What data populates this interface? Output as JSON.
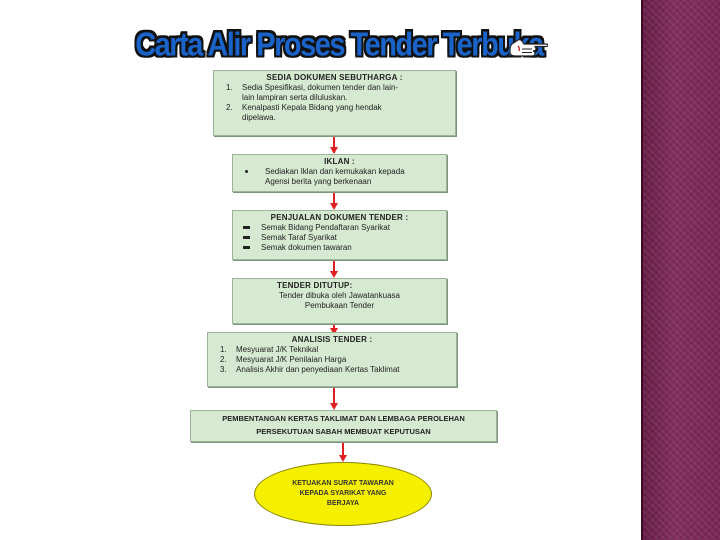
{
  "title": "Carta Alir Proses Tender Terbuka",
  "icons": {
    "pointer": "pointing-hand-icon"
  },
  "colors": {
    "box_fill": "#d6ead2",
    "arrow": "#e02020",
    "ellipse_fill": "#f5f000",
    "title_fill": "#1a63c9",
    "side_bar": "#7a2756"
  },
  "steps": [
    {
      "heading": "SEDIA DOKUMEN SEBUTHARGA :",
      "items": [
        {
          "num": "1.",
          "lines": [
            "Sedia Spesifikasi, dokumen tender dan lain-",
            "lain lampiran serta diluluskan."
          ]
        },
        {
          "num": "2.",
          "lines": [
            "Kenalpasti Kepala Bidang yang hendak",
            "dipelawa."
          ]
        }
      ]
    },
    {
      "heading": "IKLAN :",
      "items": [
        {
          "lines": [
            "Sediakan Iklan dan kemukakan kepada",
            "Agensi berita yang berkenaan"
          ]
        }
      ]
    },
    {
      "heading": "PENJUALAN DOKUMEN TENDER :",
      "items": [
        {
          "lines": [
            "Semak Bidang Pendaftaran Syarikat"
          ]
        },
        {
          "lines": [
            "Semak Taraf Syarikat"
          ]
        },
        {
          "lines": [
            "Semak dokumen tawaran"
          ]
        }
      ]
    },
    {
      "heading": "TENDER DITUTUP:",
      "lines": [
        "Tender dibuka oleh Jawatankuasa",
        "Pembukaan Tender"
      ]
    },
    {
      "heading": "ANALISIS TENDER :",
      "items": [
        {
          "num": "1.",
          "lines": [
            "Mesyuarat J/K Teknikal"
          ]
        },
        {
          "num": "2.",
          "lines": [
            "Mesyuarat J/K Penilaian Harga"
          ]
        },
        {
          "num": "3.",
          "lines": [
            "Analisis Akhir dan penyediaan Kertas Taklimat"
          ]
        }
      ]
    },
    {
      "lines": [
        "PEMBENTANGAN KERTAS TAKLIMAT DAN LEMBAGA PEROLEHAN",
        "PERSEKUTUAN SABAH MEMBUAT KEPUTUSAN"
      ]
    }
  ],
  "final": {
    "lines": [
      "KETUAKAN SURAT TAWARAN",
      "KEPADA SYARIKAT YANG",
      "BERJAYA"
    ]
  }
}
